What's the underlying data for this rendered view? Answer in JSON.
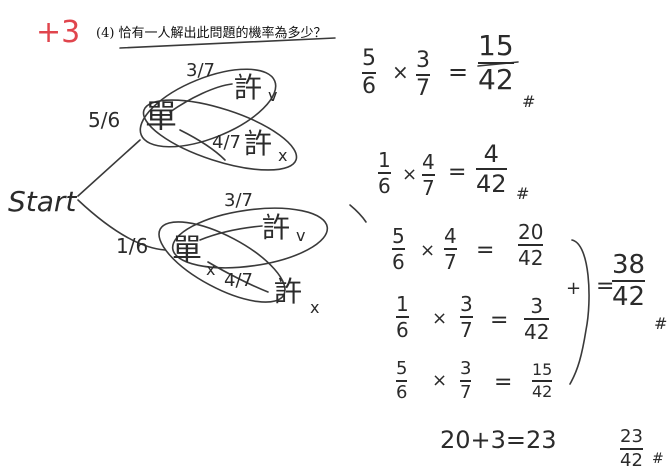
{
  "question": "(4) 恰有一人解出此問題的機率為多少？",
  "score": "+3",
  "tree": {
    "start": "Start",
    "branch_top_prob": "5/6",
    "branch_bottom_prob": "1/6",
    "node_top": "單",
    "node_bottom": "單",
    "node_bottom_mark": "x",
    "top_upper_prob": "3/7",
    "top_upper_label": "許",
    "top_upper_mark": "v",
    "top_lower_prob": "4/7",
    "top_lower_label": "許",
    "top_lower_mark": "x",
    "bottom_upper_prob": "3/7",
    "bottom_upper_label": "許",
    "bottom_upper_mark": "v",
    "bottom_lower_prob": "4/7",
    "bottom_lower_label": "許",
    "bottom_lower_mark": "x"
  },
  "calc": {
    "l1": {
      "a_num": "5",
      "a_den": "6",
      "op": "×",
      "b_num": "3",
      "b_den": "7",
      "eq": "=",
      "r_num": "15",
      "r_den": "42",
      "mark": "#"
    },
    "l2": {
      "a_num": "1",
      "a_den": "6",
      "op": "×",
      "b_num": "4",
      "b_den": "7",
      "eq": "=",
      "r_num": "4",
      "r_den": "42",
      "mark": "#"
    },
    "l3": {
      "a_num": "5",
      "a_den": "6",
      "op": "×",
      "b_num": "4",
      "b_den": "7",
      "eq": "=",
      "r_num": "20",
      "r_den": "42"
    },
    "l4": {
      "a_num": "1",
      "a_den": "6",
      "op": "×",
      "b_num": "3",
      "b_den": "7",
      "eq": "=",
      "r_num": "3",
      "r_den": "42"
    },
    "l5": {
      "a_num": "5",
      "a_den": "6",
      "op": "×",
      "b_num": "3",
      "b_den": "7",
      "eq": "=",
      "r_num": "15",
      "r_den": "42"
    },
    "plus": "+",
    "sum_eq": "=",
    "sum_num": "38",
    "sum_den": "42",
    "sum_mark": "#",
    "bottom_line": "20+3=23",
    "final_num": "23",
    "final_den": "42",
    "final_mark": "#"
  }
}
